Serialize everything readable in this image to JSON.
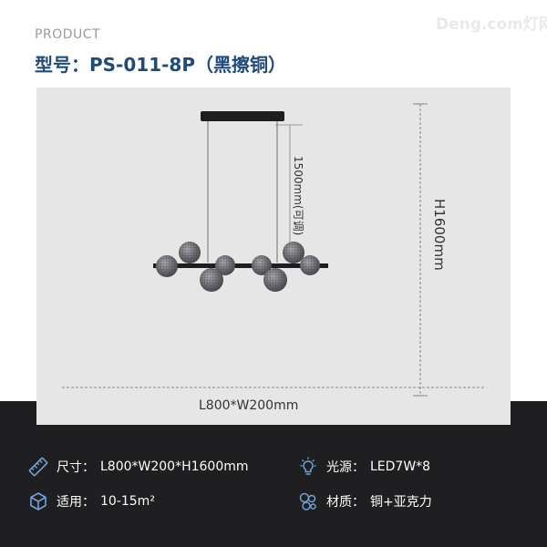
{
  "header": {
    "product_label": "PRODUCT",
    "model_title": "型号：PS-011-8P（黑擦铜）",
    "logo_text": "Deng.com灯网"
  },
  "figure": {
    "cable_label": "1500mm(可调)",
    "height_label": "H1600mm",
    "width_label": "L800*W200mm"
  },
  "specs": {
    "size": {
      "icon": "ruler-icon",
      "label": "尺寸：",
      "value": "L800*W200*H1600mm"
    },
    "light": {
      "icon": "bulb-icon",
      "label": "光源：",
      "value": "LED7W*8"
    },
    "area": {
      "icon": "cube-icon",
      "label": "适用：",
      "value": "10-15m²"
    },
    "material": {
      "icon": "material-icon",
      "label": "材质：",
      "value": "铜+亚克力"
    }
  },
  "colors": {
    "title": "#1f4a7a",
    "panel_bg": "#e6e6e6",
    "footer_bg": "#1f1f21",
    "dimension_line": "#5b6f86"
  }
}
